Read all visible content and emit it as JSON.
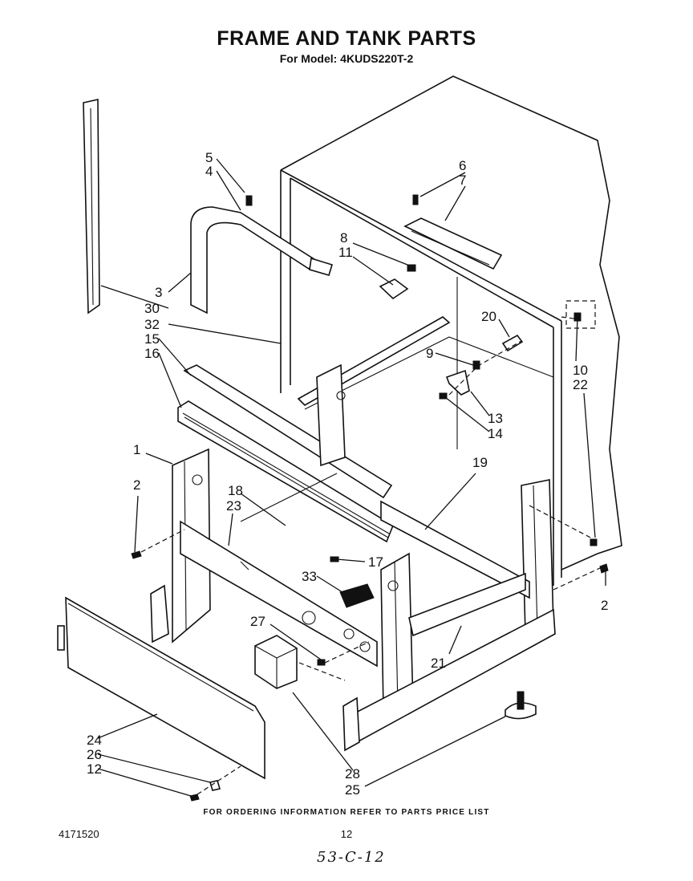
{
  "header": {
    "title": "FRAME AND TANK PARTS",
    "model": "For Model: 4KUDS220T-2"
  },
  "footer": {
    "ordering_note": "FOR ORDERING INFORMATION REFER TO PARTS PRICE LIST",
    "document_number": "4171520",
    "page_number": "12",
    "handwritten_code": "53-C-12"
  },
  "callouts": [
    "5",
    "4",
    "6",
    "7",
    "8",
    "11",
    "3",
    "30",
    "32",
    "15",
    "16",
    "20",
    "9",
    "10",
    "22",
    "13",
    "14",
    "1",
    "2",
    "18",
    "23",
    "19",
    "17",
    "33",
    "2",
    "27",
    "21",
    "24",
    "26",
    "12",
    "28",
    "25"
  ]
}
